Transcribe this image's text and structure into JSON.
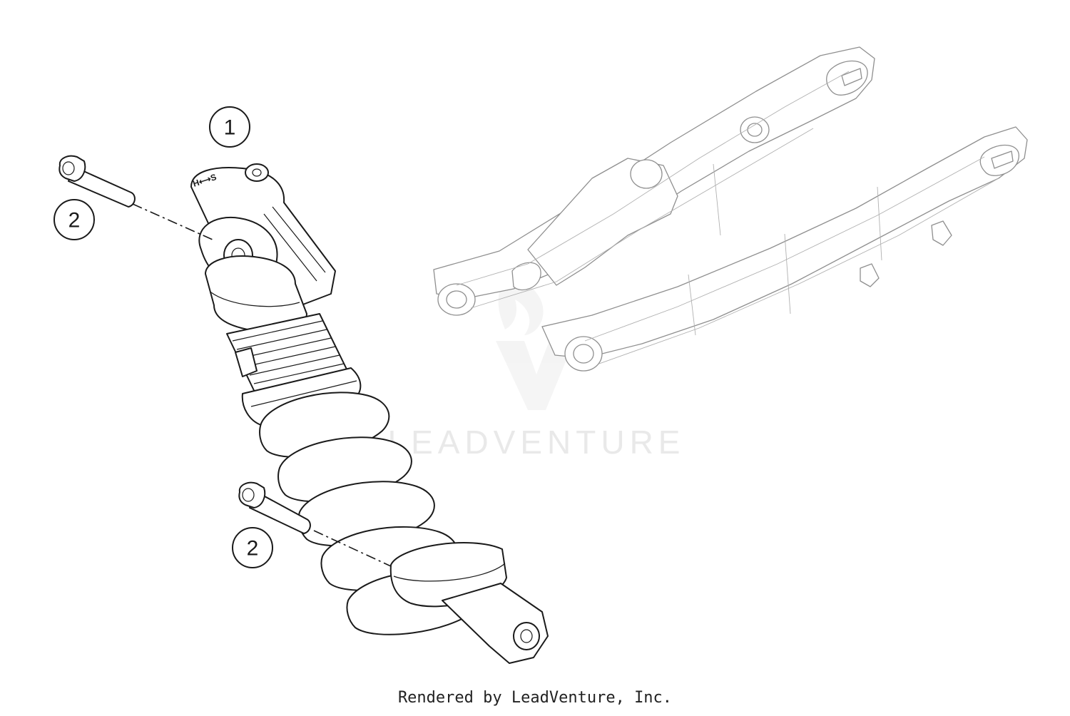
{
  "callouts": [
    {
      "id": "1",
      "label": "1",
      "part": "shock-absorber"
    },
    {
      "id": "2a",
      "label": "2",
      "part": "upper-mounting-bolt"
    },
    {
      "id": "2b",
      "label": "2",
      "part": "lower-mounting-bolt"
    }
  ],
  "markings": {
    "reservoir_adjuster": "H⟷S"
  },
  "watermark": {
    "wordmark": "LEADVENTURE"
  },
  "footer": {
    "credit": "Rendered by LeadVenture, Inc."
  },
  "colors": {
    "line": "#1a1a1a",
    "swingarm": "#8f8f8f",
    "watermark": "#e9e9e9"
  }
}
